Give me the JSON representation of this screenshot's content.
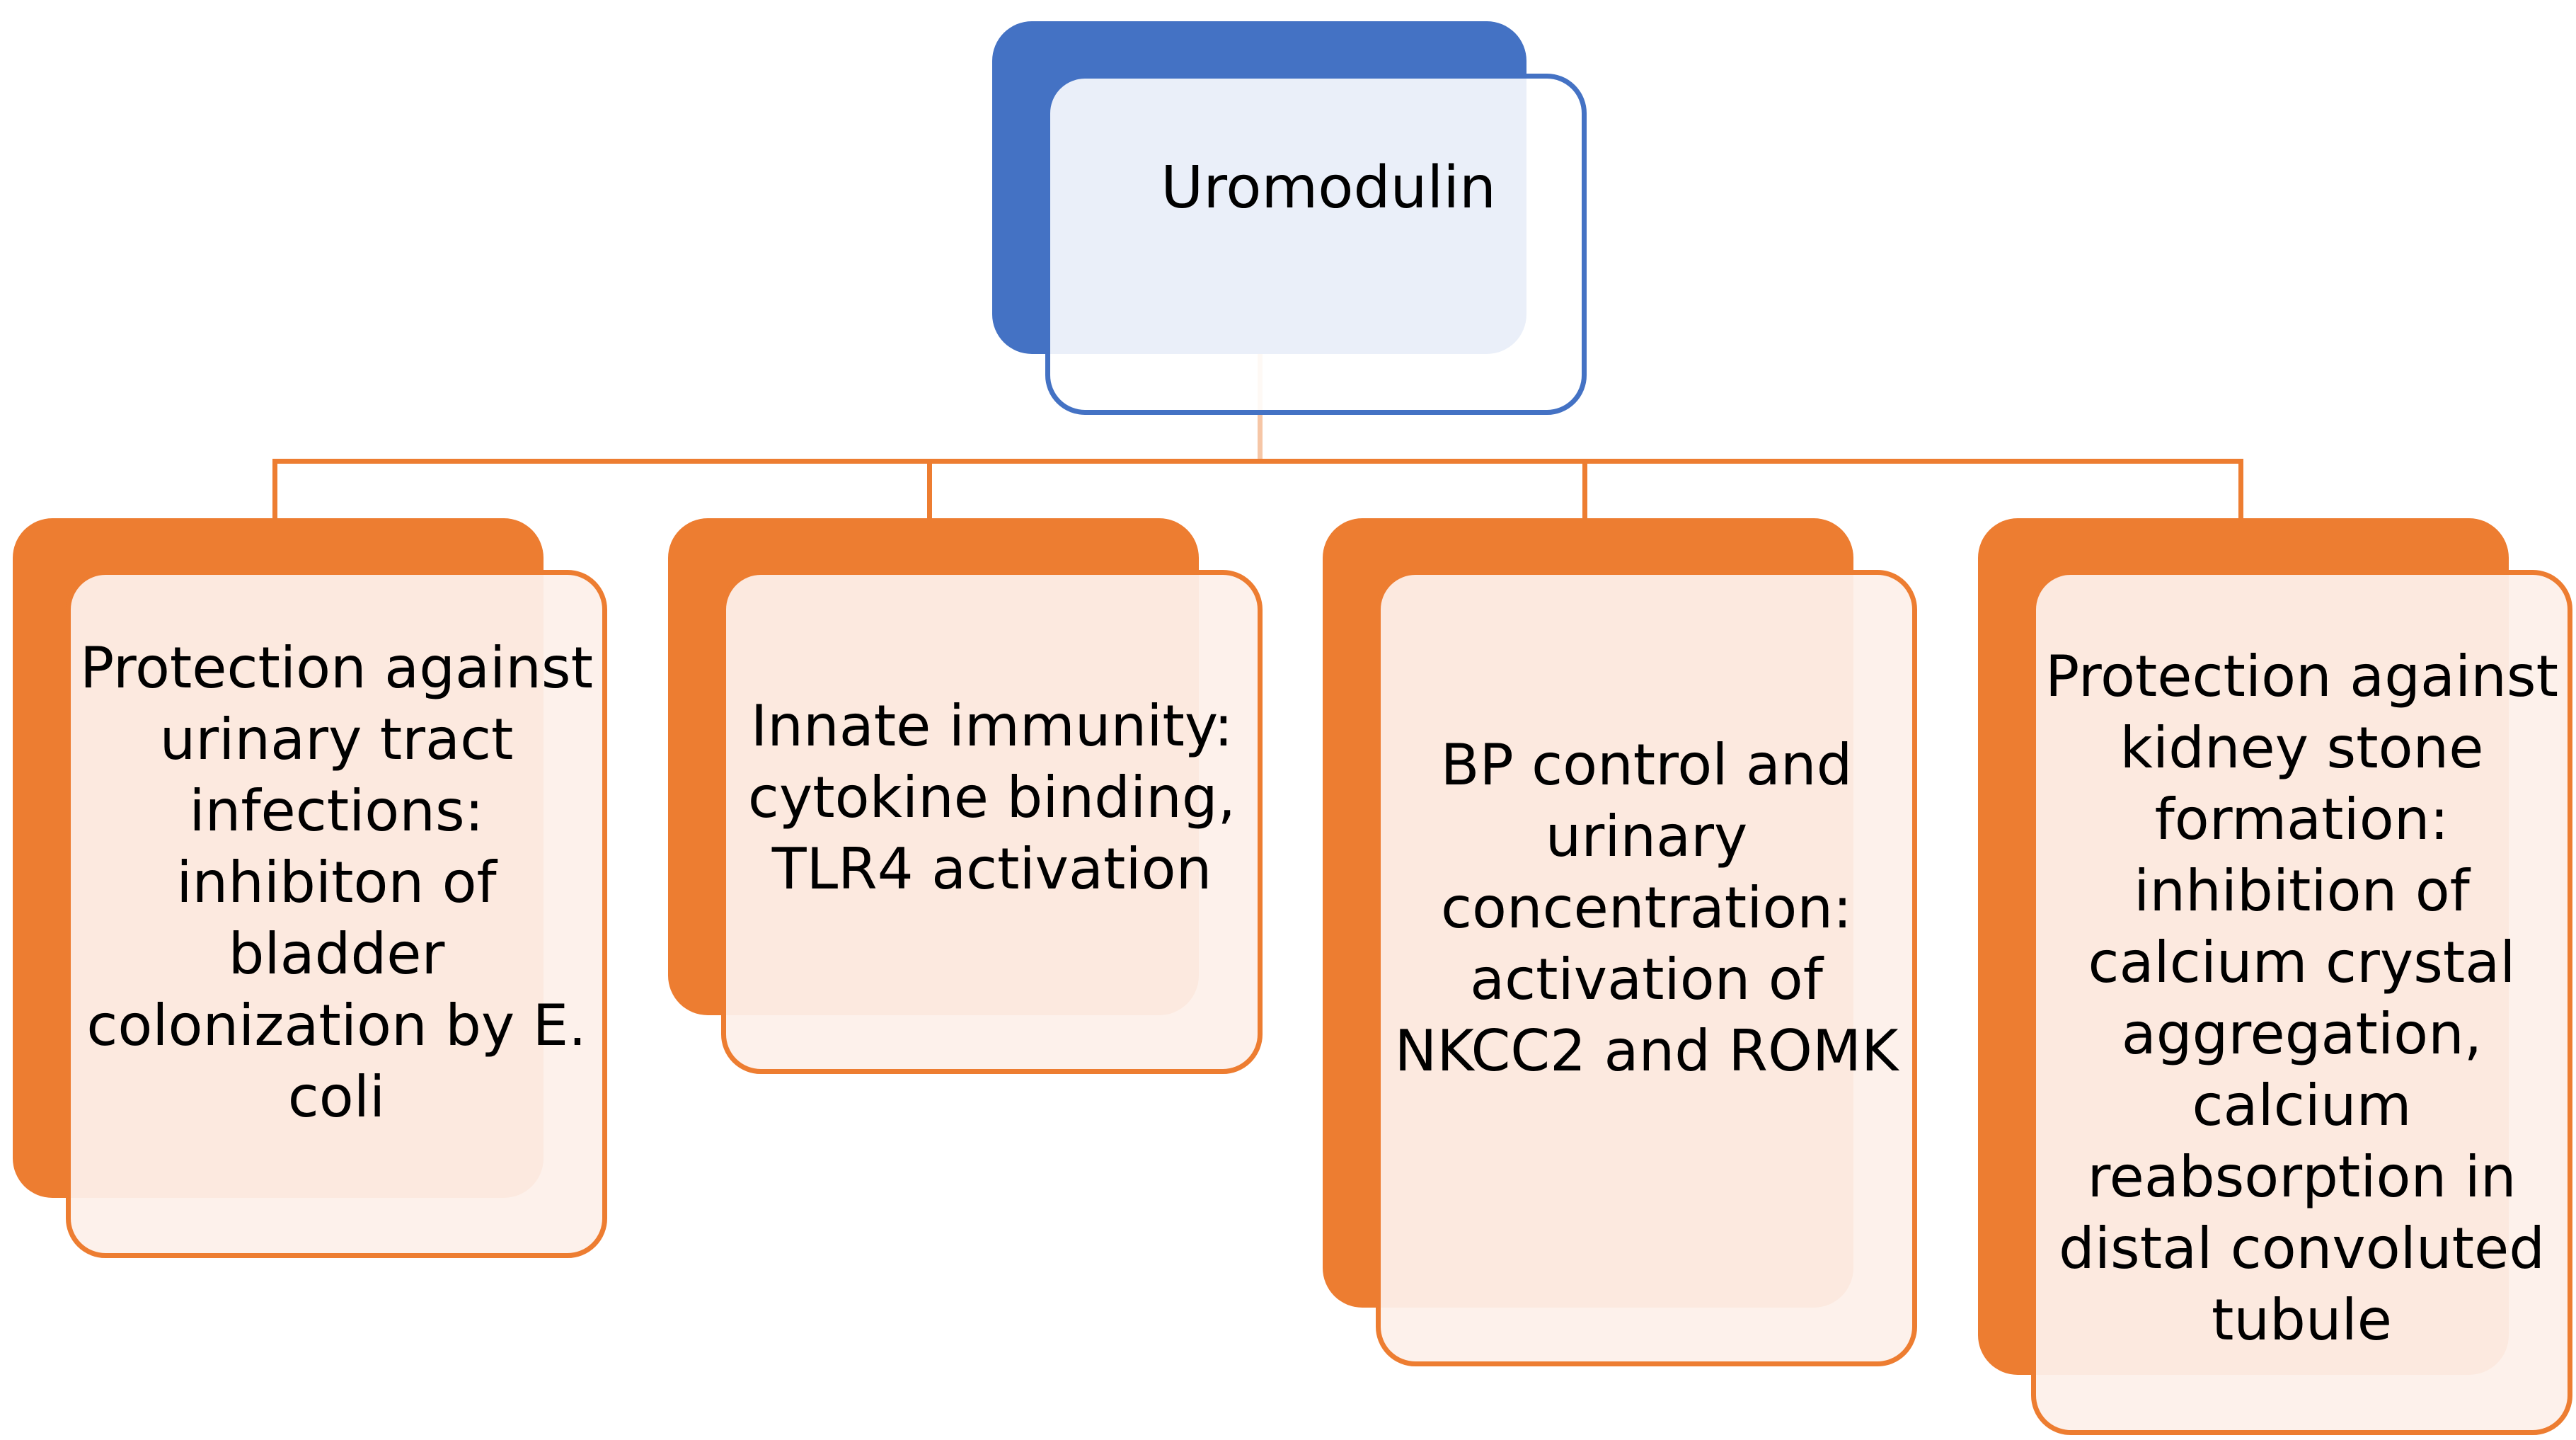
{
  "root": {
    "label": "Uromodulin",
    "color": "#4472c4"
  },
  "connector_color": "#ed7d31",
  "children": [
    {
      "label": "Protection against urinary tract infections: inhibiton of bladder colonization by E. coli",
      "color": "#ed7d31"
    },
    {
      "label": "Innate immunity: cytokine binding, TLR4 activation",
      "color": "#ed7d31"
    },
    {
      "label": "BP control and urinary concentration: activation of NKCC2 and ROMK",
      "color": "#ed7d31"
    },
    {
      "label": "Protection against kidney stone formation: inhibition of calcium crystal aggregation, calcium reabsorption in distal convoluted tubule",
      "color": "#ed7d31"
    }
  ]
}
